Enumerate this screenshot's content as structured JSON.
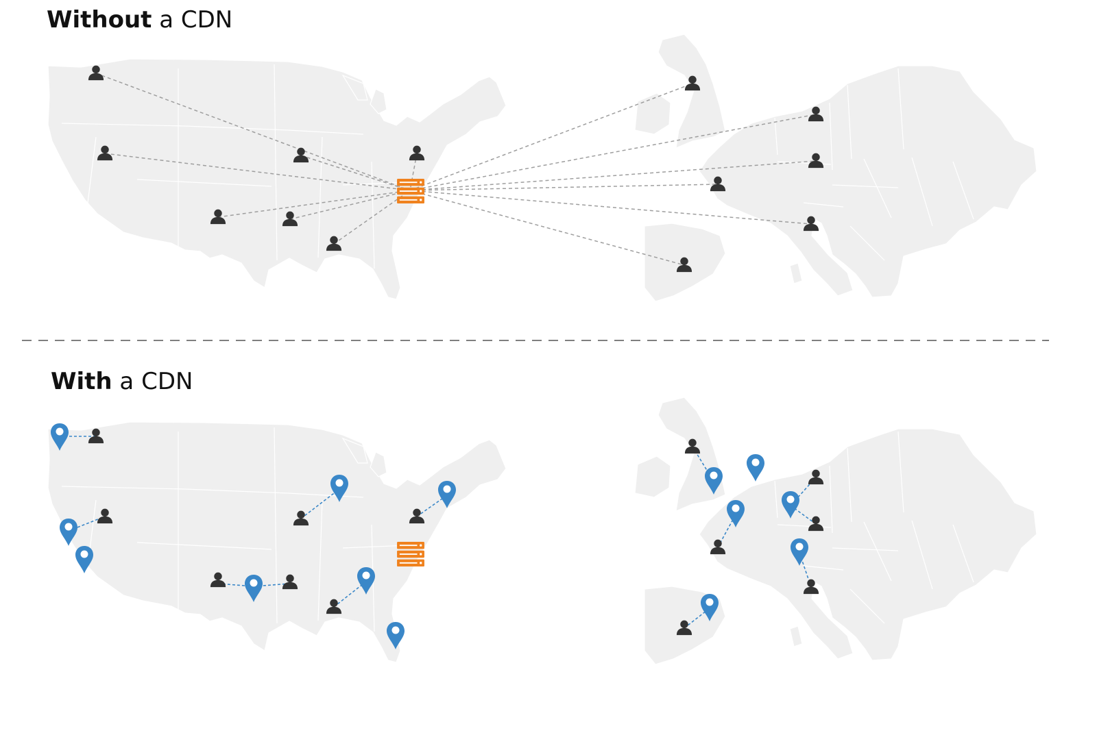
{
  "panels": {
    "without": {
      "title_bold": "Without",
      "title_rest": " a CDN"
    },
    "with": {
      "title_bold": "With",
      "title_rest": " a CDN"
    }
  },
  "colors": {
    "land": "#efefef",
    "user": "#333333",
    "server": "#f0821e",
    "pin": "#3a87c8",
    "link_without": "#9e9e9e",
    "link_with": "#3a87c8",
    "divider": "#555555"
  },
  "icons": {
    "user": "user-icon",
    "server": "server-icon",
    "edge": "map-pin-icon"
  }
}
